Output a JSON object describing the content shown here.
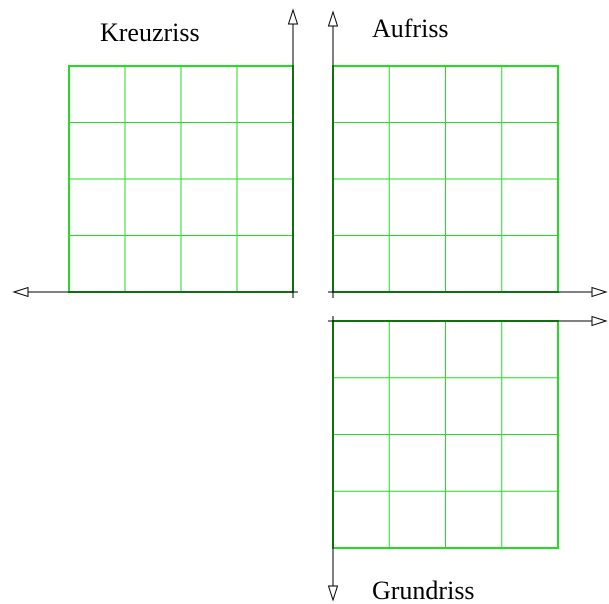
{
  "views": [
    {
      "id": "kreuzriss",
      "label": "Kreuzriss"
    },
    {
      "id": "aufriss",
      "label": "Aufriss"
    },
    {
      "id": "grundriss",
      "label": "Grundriss"
    }
  ],
  "grid": {
    "rows": 4,
    "cols": 4
  },
  "colors": {
    "grid": "#22dd22",
    "axis": "#000000",
    "background": "#ffffff"
  }
}
